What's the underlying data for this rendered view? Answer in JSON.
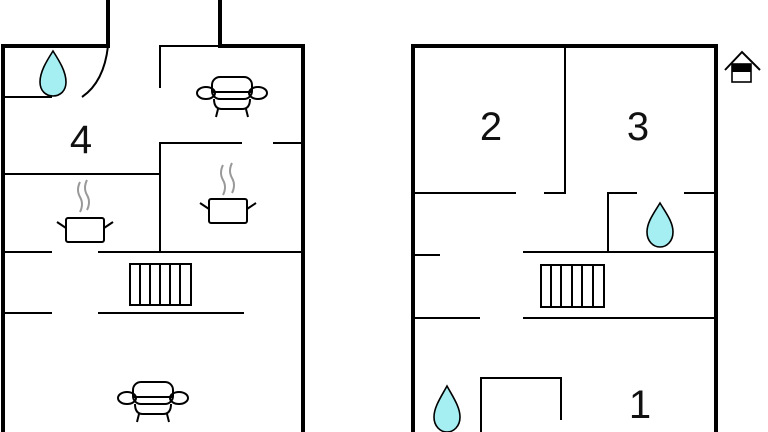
{
  "floorplan": {
    "room_labels": {
      "r1": "1",
      "r2": "2",
      "r3": "3",
      "r4": "4"
    },
    "icons": [
      "water-drop-icon",
      "sofa-icon",
      "cooking-pot-icon",
      "stairs-icon",
      "house-icon"
    ],
    "colors": {
      "water": "#a5eef2",
      "walls": "#000000"
    }
  }
}
